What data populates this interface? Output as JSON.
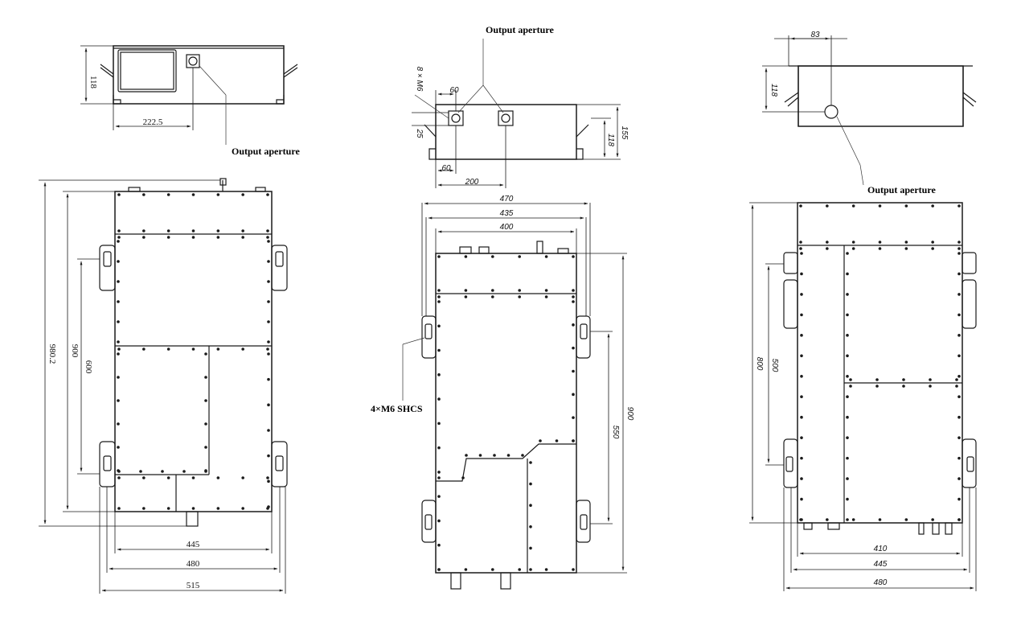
{
  "labels": {
    "output_aperture_left": "Output aperture",
    "output_aperture_center": "Output aperture",
    "output_aperture_right": "Output aperture",
    "screws": "4×M6 SHCS"
  },
  "left_view": {
    "top_height": "118",
    "top_offset": "222.5",
    "total_length": "980.2",
    "length_900": "900",
    "length_600": "600",
    "width_445": "445",
    "width_480": "480",
    "width_515": "515"
  },
  "center_view": {
    "side_height_155": "155",
    "side_height_118": "118",
    "hole_spec": "8 × M6",
    "hole_pitch_60_top": "60",
    "hole_offset_25": "25",
    "hole_pitch_60_bottom": "60",
    "hole_spacing_200": "200",
    "width_470": "470",
    "width_435": "435",
    "width_400": "400",
    "length_900": "900",
    "length_550": "550"
  },
  "right_view": {
    "top_offset_83": "83",
    "top_height_118": "118",
    "length_800": "800",
    "length_500": "500",
    "width_410": "410",
    "width_445": "445",
    "width_480": "480"
  }
}
